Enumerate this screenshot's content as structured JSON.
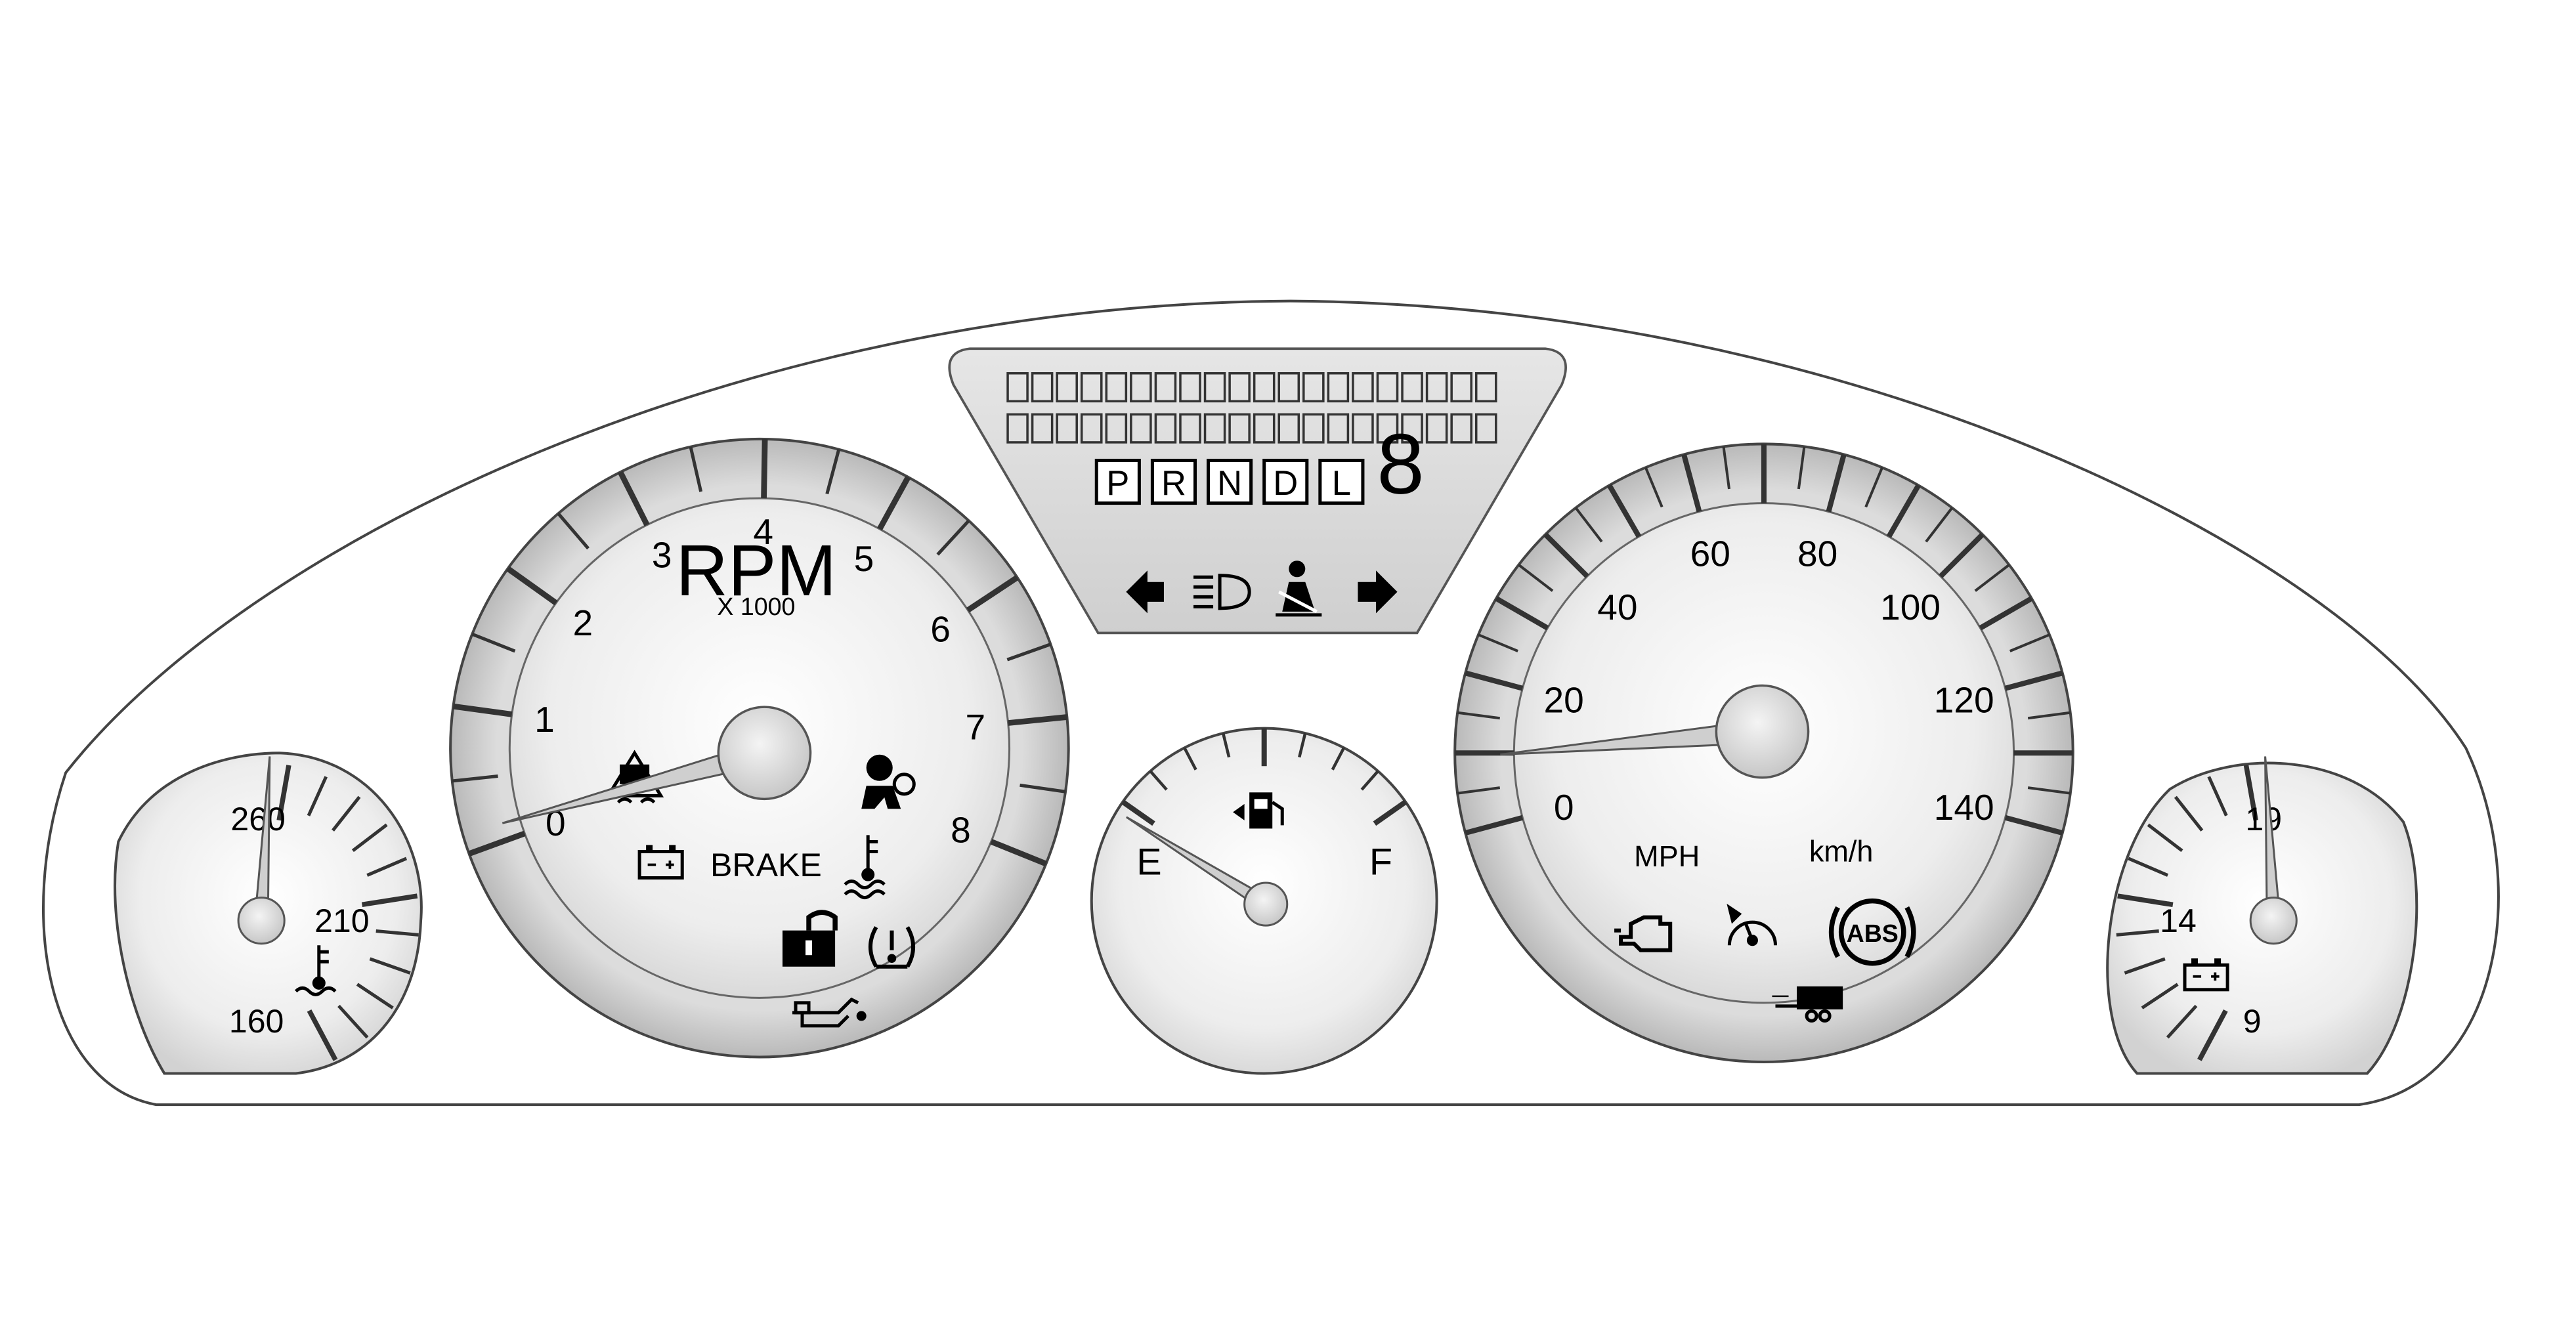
{
  "tachometer": {
    "labels": [
      "0",
      "1",
      "2",
      "3",
      "4",
      "5",
      "6",
      "7",
      "8"
    ],
    "unit": "RPM",
    "multiplier": "X 1000",
    "brake_label": "BRAKE",
    "needle_value": 0
  },
  "speedometer": {
    "labels": [
      "0",
      "20",
      "40",
      "60",
      "80",
      "100",
      "120",
      "140"
    ],
    "unit_mph": "MPH",
    "unit_kmh": "km/h",
    "abs_label": "ABS",
    "needle_value": 0
  },
  "fuel_gauge": {
    "empty_label": "E",
    "full_label": "F",
    "needle_fraction": 0
  },
  "temperature_gauge": {
    "labels": [
      "160",
      "210",
      "260"
    ],
    "needle_value": 265
  },
  "voltmeter": {
    "labels": [
      "9",
      "14",
      "19"
    ],
    "needle_value": 19.5
  },
  "driver_info_center": {
    "gears": [
      "P",
      "R",
      "N",
      "D",
      "L"
    ],
    "gear_extra": "8"
  },
  "icons": [
    "traction-control-icon",
    "airbag-icon",
    "battery-icon",
    "coolant-temp-icon",
    "security-icon",
    "tire-pressure-icon",
    "oil-pressure-icon",
    "left-turn-signal-icon",
    "headlamp-icon",
    "seatbelt-icon",
    "right-turn-signal-icon",
    "fuel-pump-icon",
    "check-engine-icon",
    "cruise-control-icon",
    "tow-haul-icon"
  ],
  "colors": {
    "outline": "#3a3a3a",
    "dial_face": "#f2f2f2",
    "needle": "#cfcfcf",
    "ink": "#000000"
  }
}
